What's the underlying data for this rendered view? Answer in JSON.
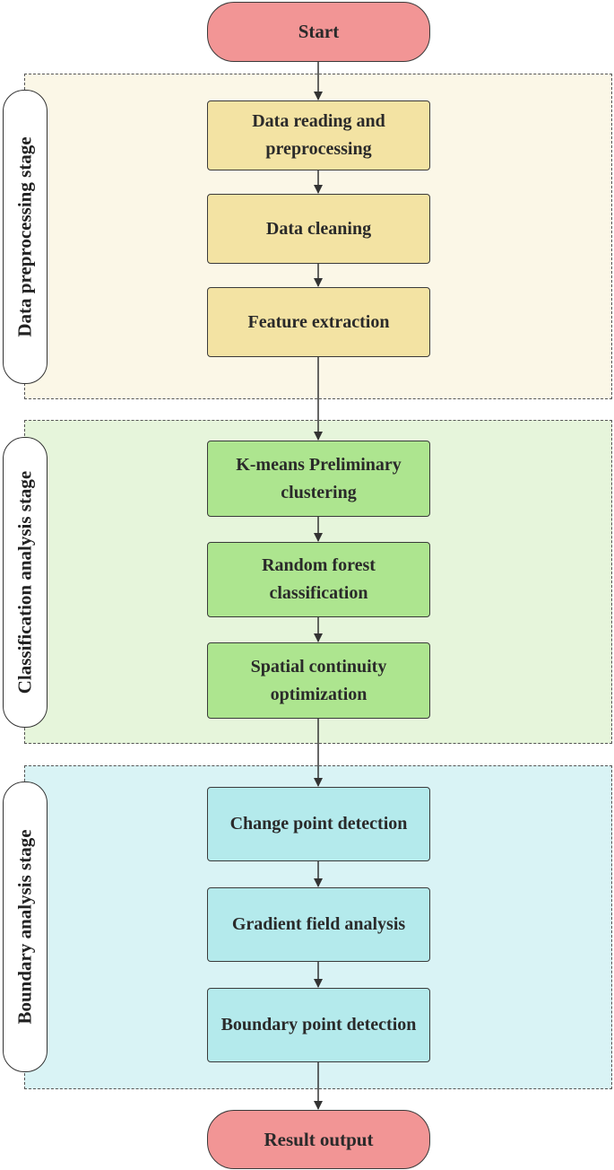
{
  "terminals": {
    "start": "Start",
    "end": "Result output"
  },
  "stages": {
    "preprocessing": {
      "label": "Data preprocessing stage",
      "steps": [
        "Data reading and preprocessing",
        "Data cleaning",
        "Feature extraction"
      ]
    },
    "classification": {
      "label": "Classification analysis stage",
      "steps": [
        "K-means Preliminary clustering",
        "Random forest classification",
        "Spatial continuity optimization"
      ]
    },
    "boundary": {
      "label": "Boundary analysis stage",
      "steps": [
        "Change point detection",
        "Gradient field analysis",
        "Boundary point detection"
      ]
    }
  },
  "colors": {
    "terminal_fill": "#f29595",
    "preprocessing_panel": "#fbf7e7",
    "preprocessing_box": "#f3e3a3",
    "classification_panel": "#e6f5db",
    "classification_box": "#ade58f",
    "boundary_panel": "#d9f3f5",
    "boundary_box": "#b4eaec"
  }
}
